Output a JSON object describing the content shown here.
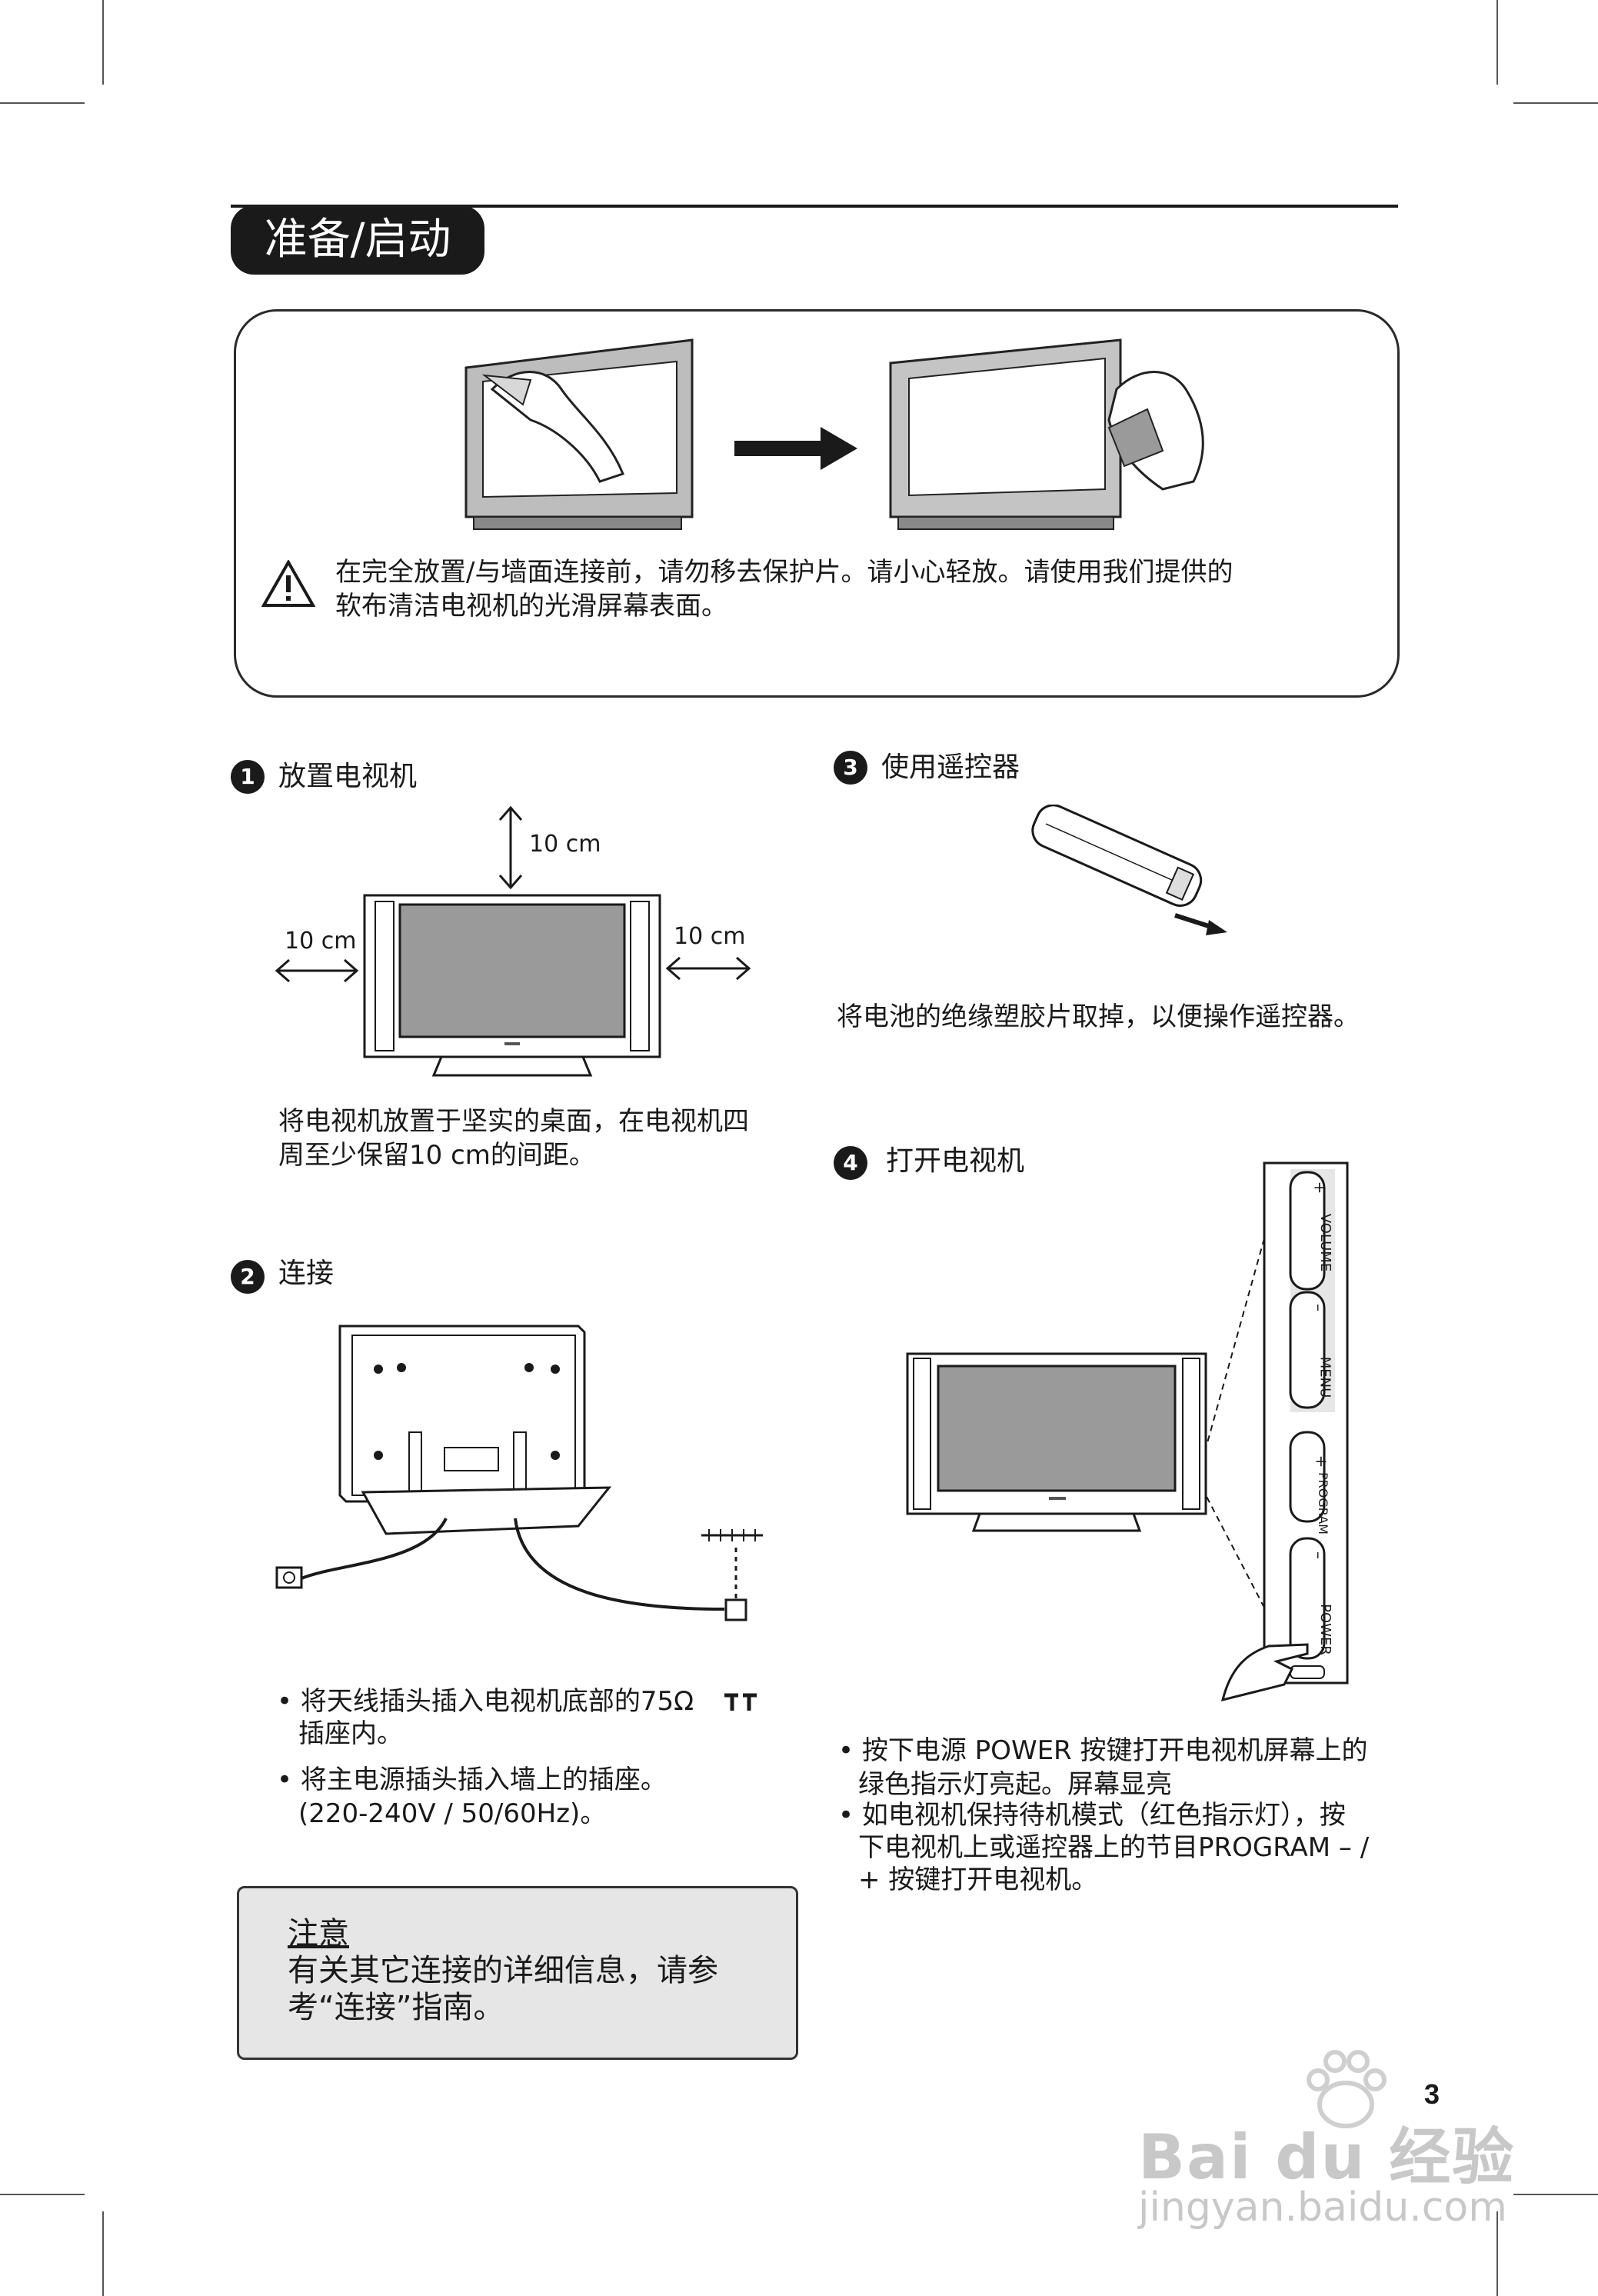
{
  "header": {
    "title": "准备/启动"
  },
  "warning": {
    "line1": "在完全放置/与墙面连接前，请勿移去保护片。请小心轻放。请使用我们提供的",
    "line2": "软布清洁电视机的光滑屏幕表面。"
  },
  "step1": {
    "number": "1",
    "title": "放置电视机",
    "dim_top": "10 cm",
    "dim_left": "10 cm",
    "dim_right": "10 cm",
    "text_line1": "将电视机放置于坚实的桌面，在电视机四",
    "text_line2": "周至少保留10 cm的间距。"
  },
  "step2": {
    "number": "2",
    "title": "连接",
    "bullet1_line1": "将天线插头插入电视机底部的75Ω",
    "bullet1_line2": "插座内。",
    "bullet2_line1": "将主电源插头插入墙上的插座。",
    "bullet2_line2": "(220-240V / 50/60Hz)。"
  },
  "step3": {
    "number": "3",
    "title": "使用遥控器",
    "text": "将电池的绝缘塑胶片取掉，以便操作遥控器。"
  },
  "step4": {
    "number": "4",
    "title": "打开电视机",
    "panel_labels": [
      "+",
      "VOLUME",
      "–",
      "MENU",
      "+",
      "PROGRAM",
      "–",
      "POWER"
    ],
    "bullet1_line1": "按下电源 POWER 按键打开电视机屏幕上的",
    "bullet1_line2": "绿色指示灯亮起。屏幕显亮",
    "bullet2_line1": "如电视机保持待机模式（红色指示灯），按",
    "bullet2_line2": "下电视机上或遥控器上的节目PROGRAM – /",
    "bullet2_line3": "+ 按键打开电视机。"
  },
  "note": {
    "title": "注意",
    "line1": "有关其它连接的详细信息，请参",
    "line2": "考“连接”指南。"
  },
  "footer": {
    "page_number": "3"
  },
  "watermark": {
    "brand": "Bai du 经验",
    "url": "jingyan.baidu.com"
  }
}
